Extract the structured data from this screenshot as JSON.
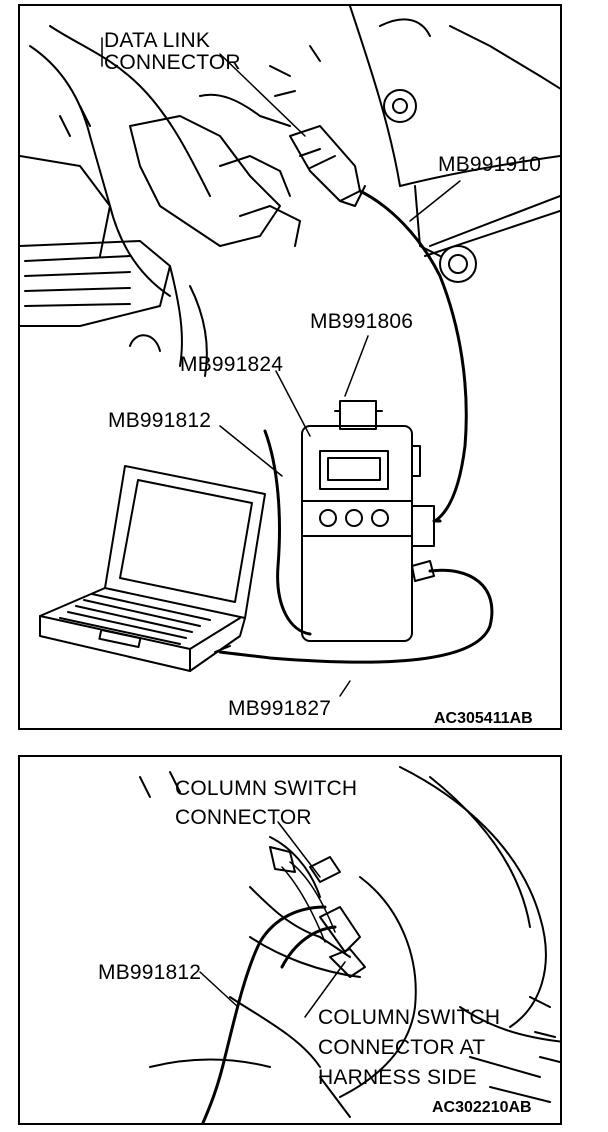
{
  "top_figure": {
    "labels": {
      "data_link_connector_l1": "DATA LINK",
      "data_link_connector_l2": "CONNECTOR",
      "mb991910": "MB991910",
      "mb991806": "MB991806",
      "mb991824": "MB991824",
      "mb991812": "MB991812",
      "mb991827": "MB991827"
    },
    "figure_code": "AC305411AB"
  },
  "bottom_figure": {
    "labels": {
      "column_switch_connector_l1": "COLUMN SWITCH",
      "column_switch_connector_l2": "CONNECTOR",
      "mb991812": "MB991812",
      "harness_side_l1": "COLUMN SWITCH",
      "harness_side_l2": "CONNECTOR AT",
      "harness_side_l3": "HARNESS SIDE"
    },
    "figure_code": "AC302210AB"
  },
  "colors": {
    "ink": "#000000",
    "paper": "#ffffff"
  }
}
